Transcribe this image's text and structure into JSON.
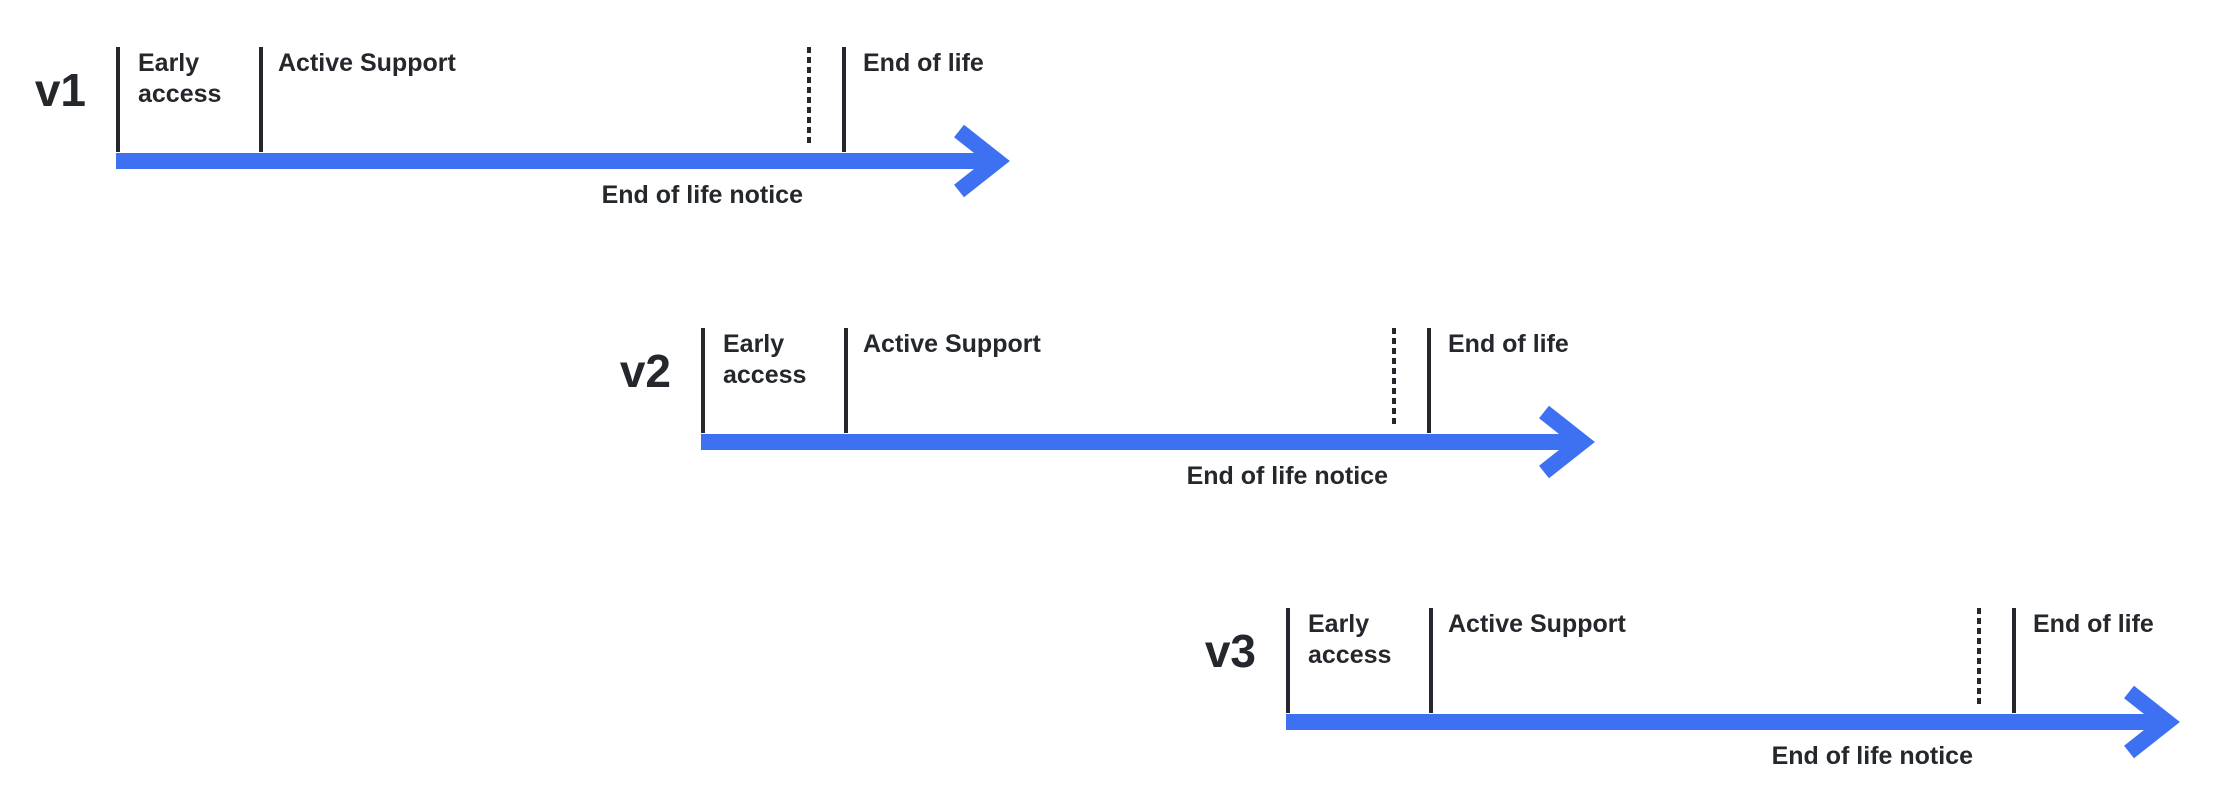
{
  "colors": {
    "arrow_blue": "#3E70F2",
    "ink": "#24272B",
    "background": "#FFFFFF"
  },
  "timelines": [
    {
      "version": "v1",
      "phases": {
        "early": "Early\naccess",
        "active": "Active Support",
        "eol": "End of life"
      },
      "notice": "End of life notice"
    },
    {
      "version": "v2",
      "phases": {
        "early": "Early\naccess",
        "active": "Active Support",
        "eol": "End of life"
      },
      "notice": "End of life notice"
    },
    {
      "version": "v3",
      "phases": {
        "early": "Early\naccess",
        "active": "Active Support",
        "eol": "End of life"
      },
      "notice": "End of life notice"
    }
  ]
}
